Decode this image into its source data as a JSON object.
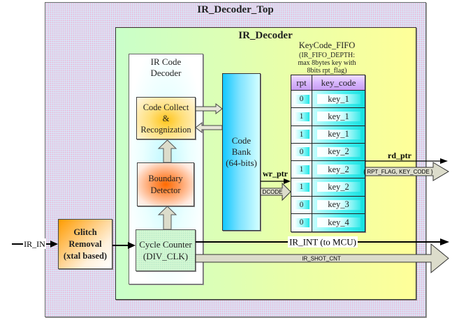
{
  "diagram": {
    "top_module": "IR_Decoder_Top",
    "decoder_module": "IR_Decoder",
    "ir_code_decoder": {
      "title": [
        "IR Code",
        "Decoder"
      ]
    },
    "code_collect": [
      "Code Collect",
      "&",
      "Recognization"
    ],
    "boundary_detector": [
      "Boundary",
      "Detector"
    ],
    "cycle_counter": [
      "Cycle Counter",
      "(DIV_CLK)"
    ],
    "glitch_removal": [
      "Glitch",
      "Removal",
      "(xtal based)"
    ],
    "code_bank": [
      "Code",
      "Bank",
      "(64-bits)"
    ],
    "fifo": {
      "title": "KeyCode_FIFO",
      "note": [
        "(IR_FIFO_DEPTH:",
        "max 8bytes key with",
        "8bits rpt_flag)"
      ],
      "headers": [
        "rpt",
        "key_code"
      ],
      "rows": [
        {
          "rpt": "0",
          "key": "key_1"
        },
        {
          "rpt": "1",
          "key": "key_1"
        },
        {
          "rpt": "1",
          "key": "key_1"
        },
        {
          "rpt": "0",
          "key": "key_2"
        },
        {
          "rpt": "1",
          "key": "key_2"
        },
        {
          "rpt": "1",
          "key": "key_2"
        },
        {
          "rpt": "0",
          "key": "key_3"
        },
        {
          "rpt": "0",
          "key": "key_4"
        }
      ]
    },
    "signals": {
      "ir_in": "IR_IN",
      "wr_ptr": "wr_ptr",
      "dcode": "DCODE",
      "rd_ptr": "rd_ptr",
      "rd_bus": "{ RPT_FLAG, KEY_CODE }",
      "ir_int": "IR_INT (to MCU)",
      "ir_shot_cnt": "IR_SHOT_CNT"
    }
  }
}
